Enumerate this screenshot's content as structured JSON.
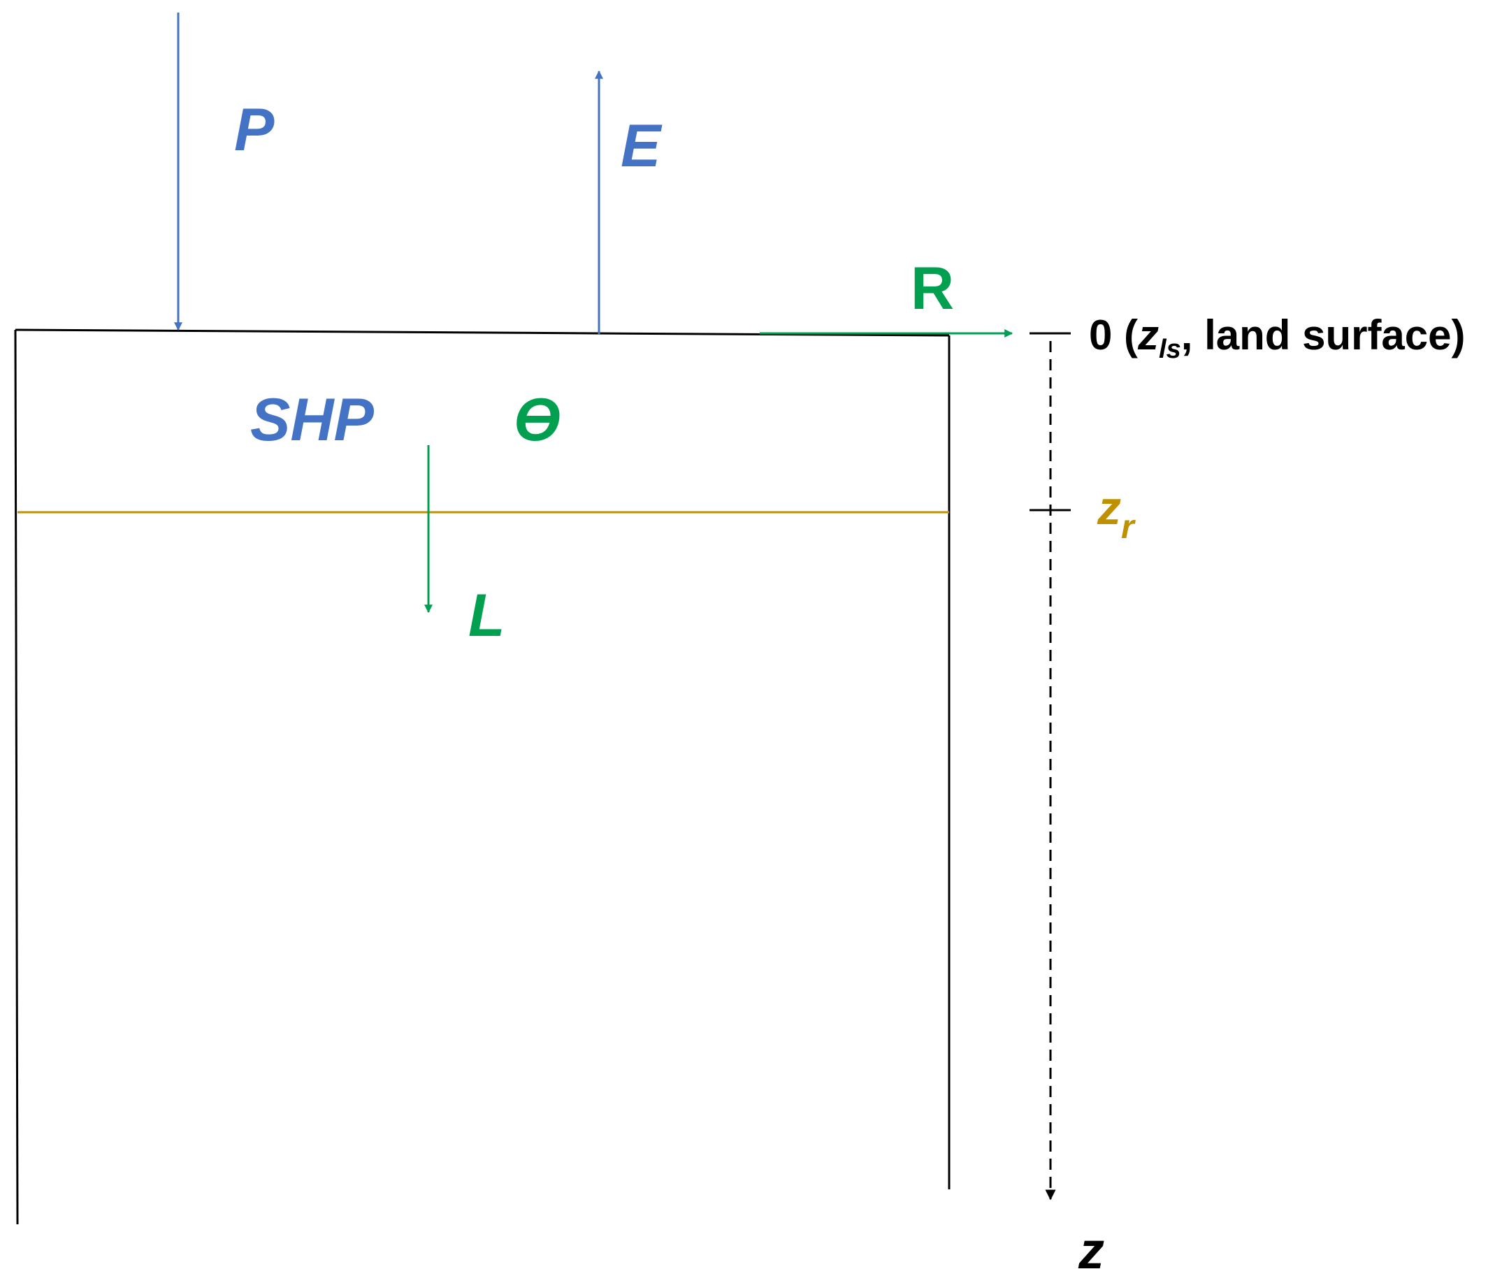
{
  "colors": {
    "blue": "#4472C4",
    "green": "#00A050",
    "gold": "#BF9000",
    "black": "#000000"
  },
  "labels": {
    "precipitation": "P",
    "evaporation": "E",
    "runoff": "R",
    "soil_hydraulic_properties": "SHP",
    "soil_moisture": "ϴ",
    "leakage": "L",
    "land_surface_prefix": "0 (",
    "land_surface_var": "z",
    "land_surface_sub": "ls",
    "land_surface_suffix": ", land surface)",
    "root_depth_var": "z",
    "root_depth_sub": "r",
    "depth_axis": "z"
  }
}
